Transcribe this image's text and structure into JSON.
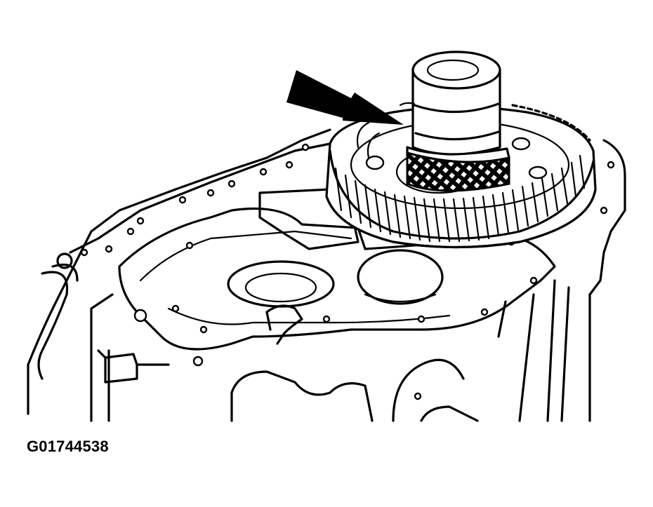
{
  "figure": {
    "caption": "G01744538",
    "description": "Transaxle case with large helical gear and bearing installer tool pressed onto shaft; arrow indicates tool location",
    "colors": {
      "line": "#000000",
      "background": "#ffffff"
    },
    "elements": [
      {
        "name": "indicator-arrow",
        "points_to": "installer-tool"
      },
      {
        "name": "installer-tool",
        "type": "cylindrical driver"
      },
      {
        "name": "knurled-bearing",
        "type": "bearing/collar"
      },
      {
        "name": "helical-gear",
        "type": "large gear"
      },
      {
        "name": "transaxle-case",
        "type": "housing with bolt holes"
      }
    ]
  }
}
